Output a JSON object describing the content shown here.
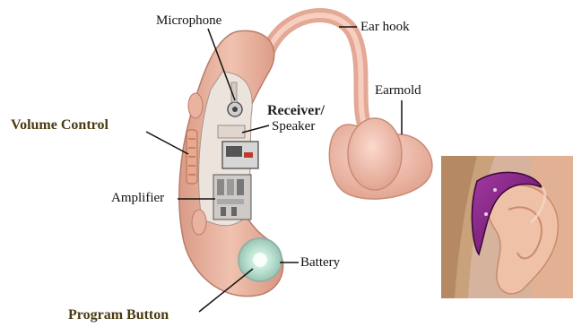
{
  "labels": {
    "microphone": "Microphone",
    "ear_hook": "Ear hook",
    "earmold": "Earmold",
    "volume_control": "Volume Control",
    "receiver": "Receiver/",
    "speaker": "Speaker",
    "amplifier": "Amplifier",
    "battery": "Battery",
    "program_button": "Program Button"
  },
  "colors": {
    "shell": "#e9b39f",
    "shell_shadow": "#c98a77",
    "earmold": "#f2c2b4",
    "hearing_aid_purple": "#7a1f7a",
    "skin": "#e7b49a",
    "hair": "#c9a27c",
    "label_accent": "#4a3a10"
  }
}
